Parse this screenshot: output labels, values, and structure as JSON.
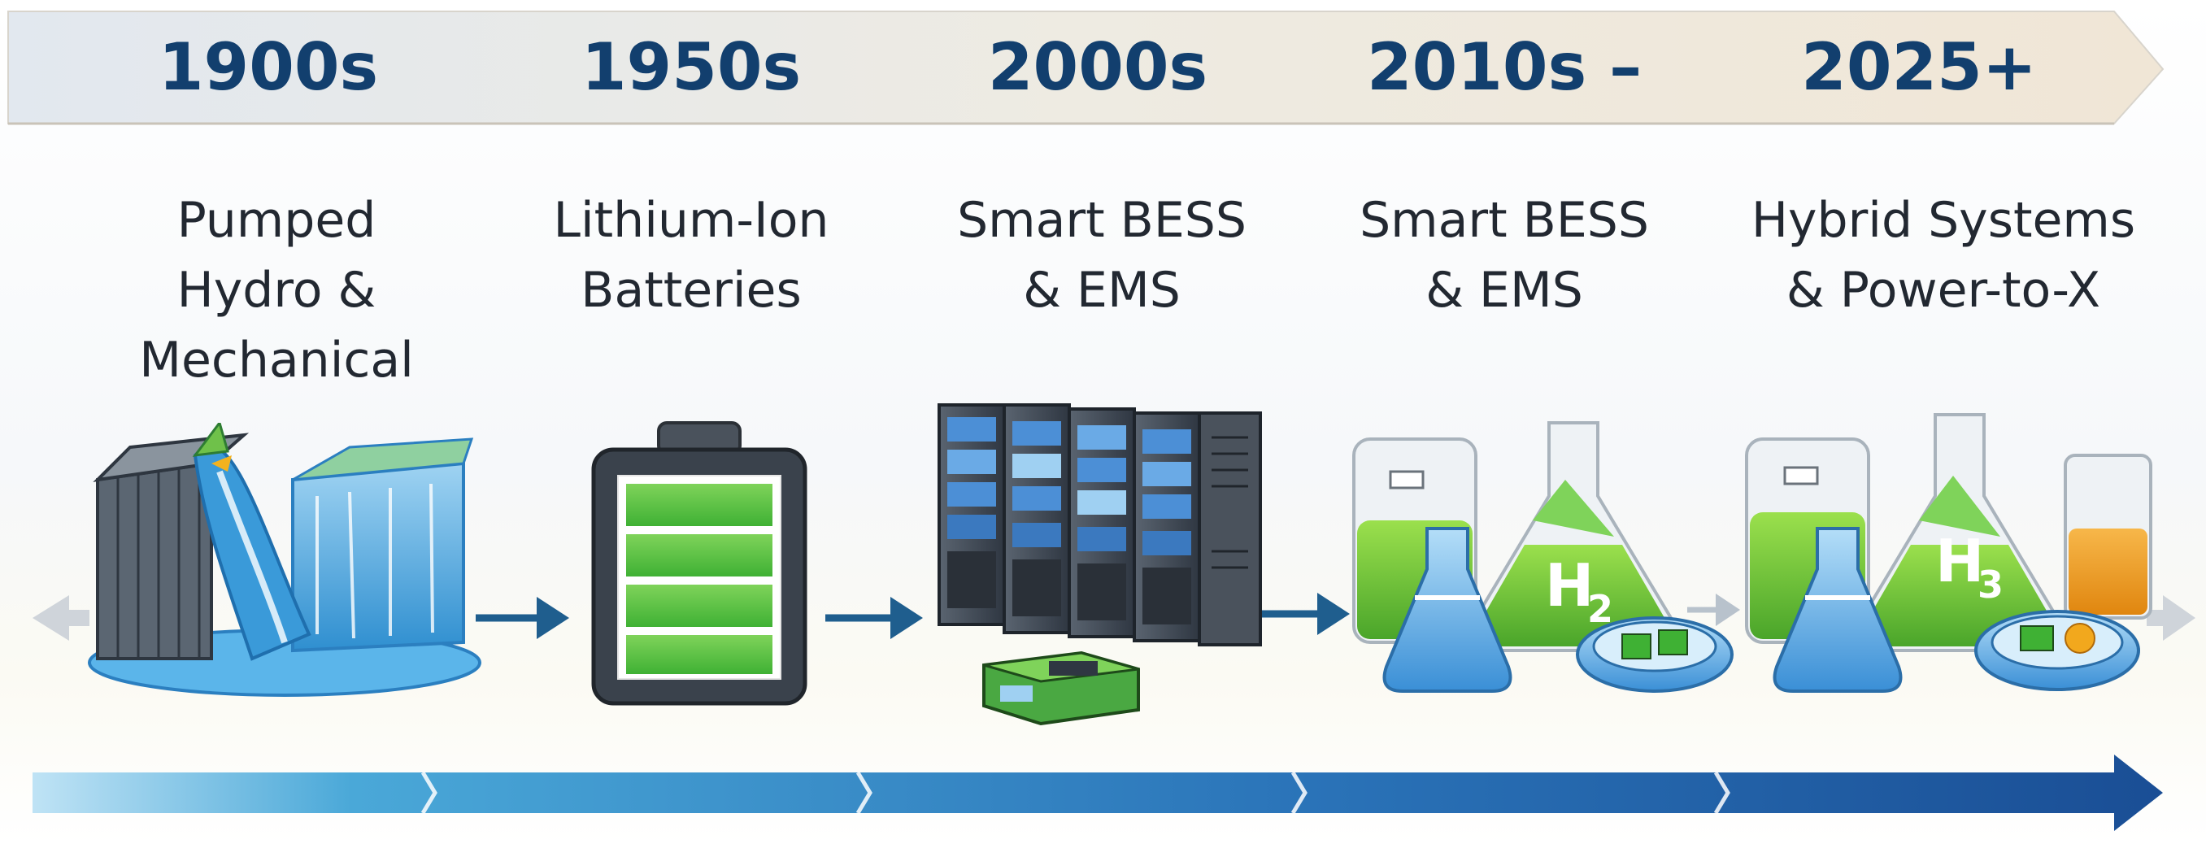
{
  "timeline": {
    "stages": [
      {
        "era": "1900s",
        "caption": "Pumped\nHydro &\nMechanical",
        "icon": "pumped-hydro-dam-icon"
      },
      {
        "era": "1950s",
        "caption": "Lithium-Ion\nBatteries",
        "icon": "battery-icon"
      },
      {
        "era": "2000s",
        "caption": "Smart BESS\n& EMS",
        "icon": "server-rack-icon"
      },
      {
        "era": "2010s –",
        "caption": "Smart BESS\n& EMS",
        "icon": "hydrogen-flask-icon"
      },
      {
        "era": "2025+",
        "caption": "Hybrid Systems\n& Power-to-X",
        "icon": "hybrid-flask-icon"
      }
    ],
    "h2_label": "H",
    "h2_sub": "2",
    "h3_label": "H",
    "h3_sub": "3"
  },
  "colors": {
    "era_text": "#123f6e",
    "caption_text": "#222831",
    "arrow": "#1f5e8e",
    "banner_left": "#e4eaf1",
    "banner_right": "#efe6d8",
    "bar_start": "#4aa8d8",
    "bar_end": "#1a4e95",
    "battery_green": "#3fb134",
    "water_blue": "#3a9ad9"
  }
}
